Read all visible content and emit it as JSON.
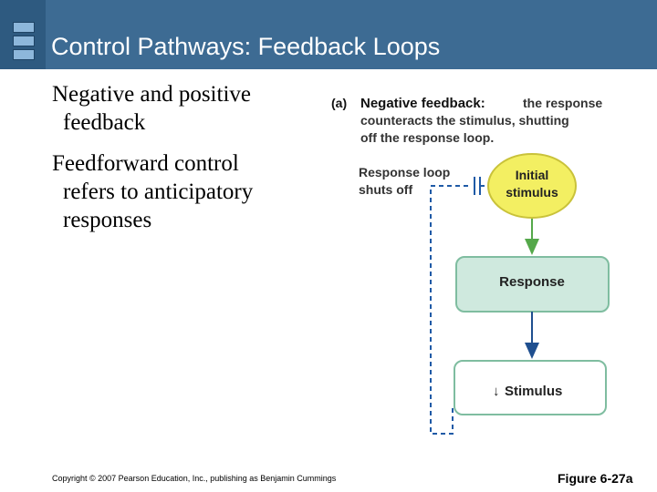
{
  "slide": {
    "title": "Control Pathways: Feedback Loops",
    "bullets": [
      {
        "line1": "Negative and positive",
        "line2": "feedback"
      },
      {
        "line1": "Feedforward control",
        "line2": "refers to anticipatory",
        "line3": "responses"
      }
    ]
  },
  "diagram": {
    "panel_label": "(a)",
    "heading_bold": "Negative feedback:",
    "heading_rest": "the response",
    "heading_line2": "counteracts the stimulus, shutting",
    "heading_line3": "off the response loop.",
    "loop_label_line1": "Response loop",
    "loop_label_line2": "shuts off",
    "initial_line1": "Initial",
    "initial_line2": "stimulus",
    "response": "Response",
    "stimulus_arrow": "↓",
    "stimulus": "Stimulus",
    "colors": {
      "initial_fill": "#f3ef62",
      "initial_stroke": "#c9c23a",
      "response_fill": "#cfe9de",
      "response_stroke": "#7fbda0",
      "stimulus_fill": "#ffffff",
      "stimulus_stroke": "#7fbda0",
      "green_arrow": "#55a84a",
      "blue_arrow": "#1f4f8f",
      "dashed_loop": "#1f5aa6"
    }
  },
  "footer": {
    "copyright": "Copyright © 2007 Pearson Education, Inc., publishing as Benjamin Cummings",
    "figure": "Figure 6-27a"
  }
}
